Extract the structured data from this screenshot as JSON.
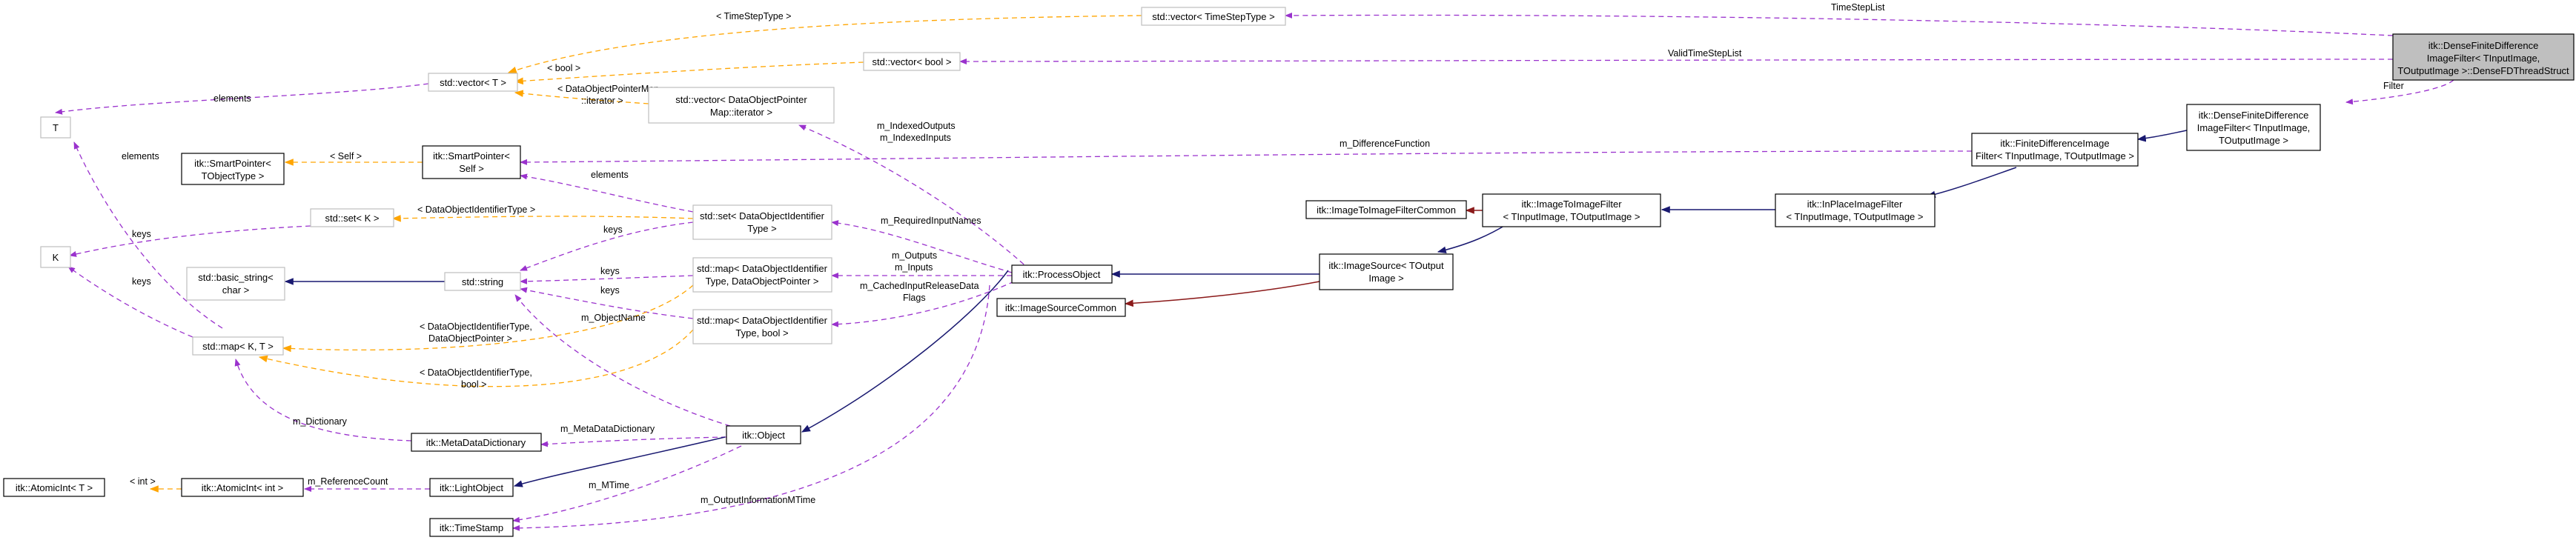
{
  "nodes": {
    "dfd_thread_struct": [
      "itk::DenseFiniteDifference",
      "ImageFilter< TInputImage,",
      "TOutputImage >::DenseFDThreadStruct"
    ],
    "vector_timesteptype": [
      "std::vector< TimeStepType >"
    ],
    "vector_bool": [
      "std::vector< bool >"
    ],
    "vector_t": [
      "std::vector< T >"
    ],
    "vector_dopm_iterator": [
      "std::vector< DataObjectPointer",
      "Map::iterator >"
    ],
    "t_param": [
      "T"
    ],
    "smartpointer_objtype": [
      "itk::SmartPointer<",
      "TObjectType >"
    ],
    "smartpointer_self": [
      "itk::SmartPointer<",
      "Self >"
    ],
    "set_k": [
      "std::set< K >"
    ],
    "set_doid": [
      "std::set< DataObjectIdentifier",
      "Type >"
    ],
    "k_param": [
      "K"
    ],
    "basic_string": [
      "std::basic_string<",
      "char >"
    ],
    "std_string": [
      "std::string"
    ],
    "map_doid_dop": [
      "std::map< DataObjectIdentifier",
      "Type, DataObjectPointer >"
    ],
    "map_doid_bool": [
      "std::map< DataObjectIdentifier",
      "Type, bool >"
    ],
    "map_k_t": [
      "std::map< K, T >"
    ],
    "meta_data_dictionary": [
      "itk::MetaDataDictionary"
    ],
    "itk_object": [
      "itk::Object"
    ],
    "atomicint_t": [
      "itk::AtomicInt< T >"
    ],
    "atomicint_int": [
      "itk::AtomicInt< int >"
    ],
    "light_object": [
      "itk::LightObject"
    ],
    "time_stamp": [
      "itk::TimeStamp"
    ],
    "process_object": [
      "itk::ProcessObject"
    ],
    "image_source_common": [
      "itk::ImageSourceCommon"
    ],
    "image_source": [
      "itk::ImageSource< TOutput",
      "Image >"
    ],
    "image_to_image_filter_common": [
      "itk::ImageToImageFilterCommon"
    ],
    "image_to_image_filter": [
      "itk::ImageToImageFilter",
      "< TInputImage, TOutputImage >"
    ],
    "inplace_image_filter": [
      "itk::InPlaceImageFilter",
      "< TInputImage, TOutputImage >"
    ],
    "finite_difference_image_filter": [
      "itk::FiniteDifferenceImage",
      "Filter< TInputImage, TOutputImage >"
    ],
    "dense_fd_image_filter": [
      "itk::DenseFiniteDifference",
      "ImageFilter< TInputImage,",
      "TOutputImage >"
    ]
  },
  "edge_labels": {
    "timestep_list": "TimeStepList",
    "valid_timestep_list": "ValidTimeStepList",
    "filter": "Filter",
    "tpl_timesteptype": "< TimeStepType >",
    "tpl_bool": "< bool >",
    "tpl_dopm_iterator": [
      "< DataObjectPointerMap",
      "::iterator >"
    ],
    "elements_t": "elements",
    "elements_k": "elements",
    "tpl_self": "< Self >",
    "difference_function": "m_DifferenceFunction",
    "indexed_outputs_inputs": [
      "m_IndexedOutputs",
      "m_IndexedInputs"
    ],
    "elements_string": "elements",
    "tpl_doid_type": "< DataObjectIdentifierType >",
    "required_input_names": "m_RequiredInputNames",
    "keys_set": "keys",
    "keys_k": "keys",
    "keys_map_dop": "keys",
    "keys_map_bool": "keys",
    "outputs_inputs": [
      "m_Outputs",
      "m_Inputs"
    ],
    "cached_input_release": [
      "m_CachedInputReleaseData",
      "Flags"
    ],
    "tpl_doid_dop": [
      "< DataObjectIdentifierType,",
      "DataObjectPointer >"
    ],
    "tpl_doid_bool": [
      "< DataObjectIdentifierType,",
      "bool >"
    ],
    "object_name": "m_ObjectName",
    "dictionary": "m_Dictionary",
    "meta_data_dictionary_m": "m_MetaDataDictionary",
    "tpl_int": "< int >",
    "reference_count": "m_ReferenceCount",
    "m_time": "m_MTime",
    "output_information_mtime": "m_OutputInformationMTime"
  },
  "colors": {
    "usage_edge": "#9A32CD",
    "template_edge": "#FFA500",
    "inheritance_edge": "#191970",
    "private_inheritance_edge": "#8B1A1A",
    "highlight_node_fill": "#BFBFBF",
    "plain_node_stroke": "#BFBFBF",
    "documented_node_stroke": "#000000"
  }
}
